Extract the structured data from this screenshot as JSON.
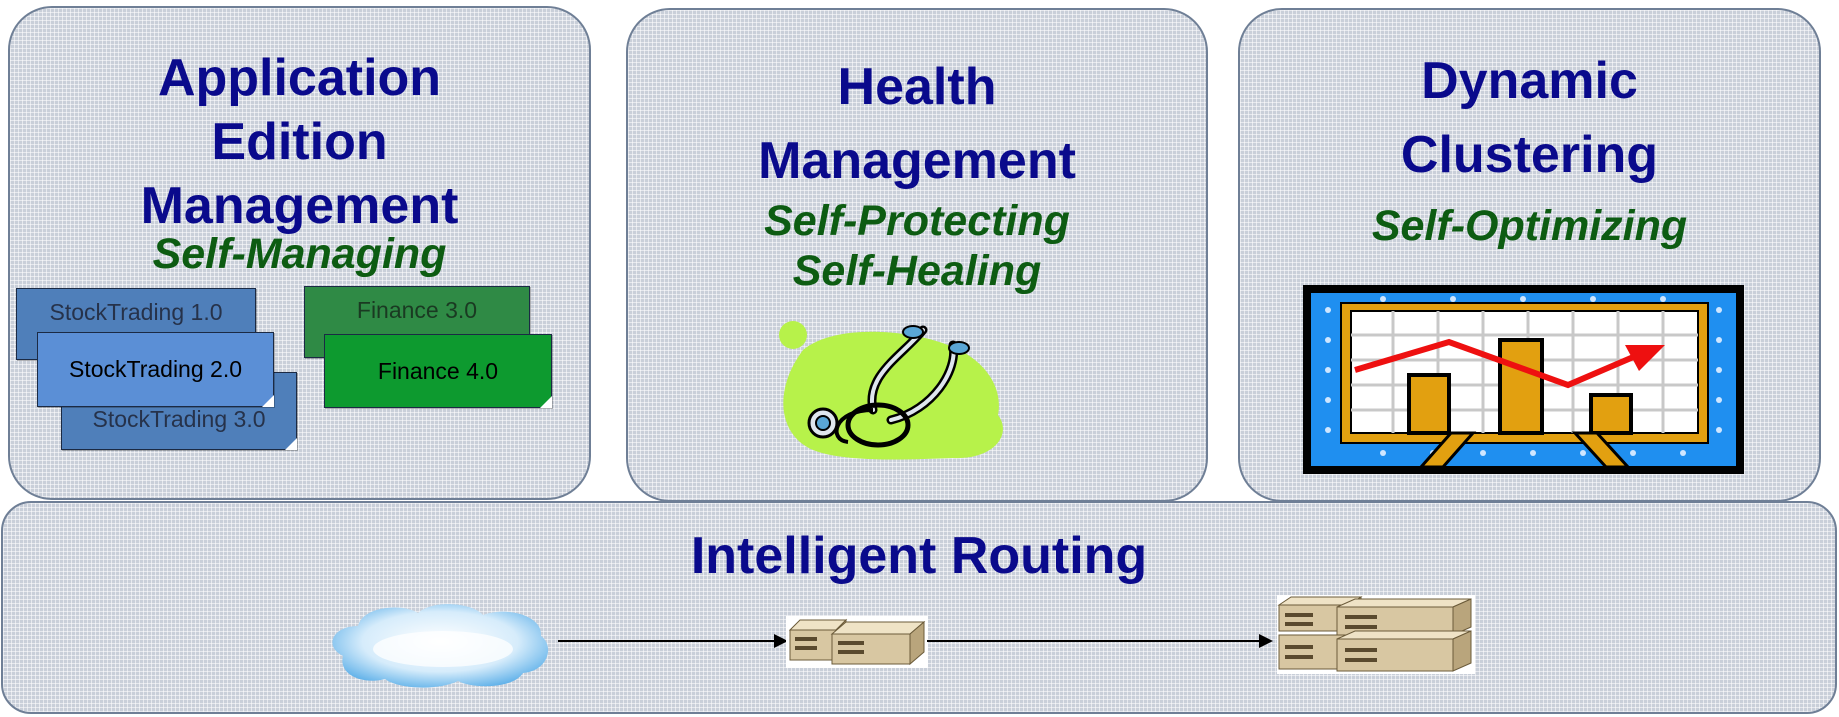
{
  "panels": {
    "app_edition": {
      "title_lines": [
        "Application",
        "Edition",
        "Management"
      ],
      "subtitle": "Self-Managing",
      "cards": [
        "StockTrading 1.0",
        "StockTrading 2.0",
        "StockTrading 3.0",
        "Finance 3.0",
        "Finance 4.0"
      ]
    },
    "health": {
      "title_lines": [
        "Health",
        "Management"
      ],
      "subtitle_lines": [
        "Self-Protecting",
        "Self-Healing"
      ],
      "illustration": "stethoscope-icon"
    },
    "dynamic": {
      "title_lines": [
        "Dynamic",
        "Clustering"
      ],
      "subtitle": "Self-Optimizing",
      "illustration": "bar-chart-board-icon"
    },
    "routing": {
      "title": "Intelligent Routing",
      "flow": [
        "cloud-icon",
        "router-servers-icon",
        "server-cluster-icon"
      ]
    }
  },
  "colors": {
    "title": "#0a0a8c",
    "subtitle": "#0d5c12",
    "panel_fill": "#c9cfd9",
    "card_blue": "#4f7fba",
    "card_green": "#0d9a2f"
  }
}
